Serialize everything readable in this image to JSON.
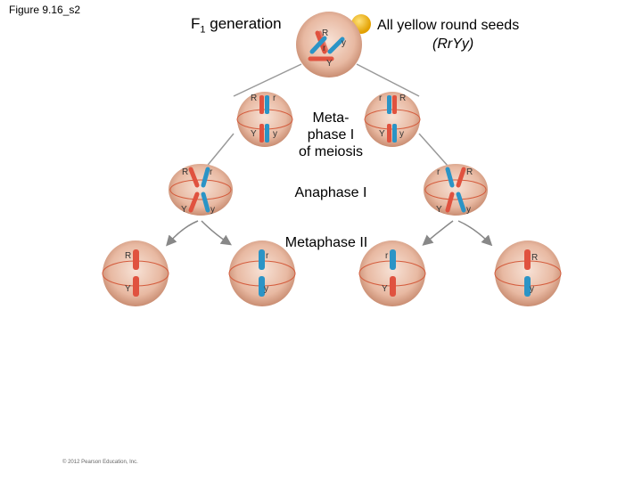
{
  "figure_label": "Figure 9.16_s2",
  "f1_generation": {
    "prefix": "F",
    "subscript": "1",
    "suffix": " generation"
  },
  "seeds": {
    "title": "All yellow round seeds",
    "genotype": "(RrYy)"
  },
  "stages": {
    "metaphase1_line1": "Meta-",
    "metaphase1_line2": "phase I",
    "metaphase1_line3": "of meiosis",
    "anaphase1": "Anaphase I",
    "metaphase2": "Metaphase II"
  },
  "alleles": {
    "R": "R",
    "r": "r",
    "Y": "Y",
    "y": "y"
  },
  "colors": {
    "cell_fill": "#e8b9a2",
    "cell_edge": "#c98d72",
    "red_chromosome": "#e0523f",
    "blue_chromosome": "#2b94c6",
    "spindle": "#d45b3c",
    "seed": "#f2b400"
  },
  "copyright": "© 2012 Pearson Education, Inc."
}
